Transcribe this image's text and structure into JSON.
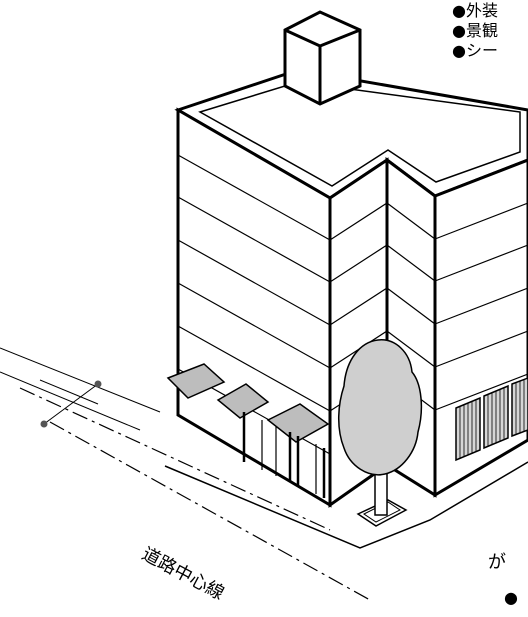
{
  "notes": [
    {
      "bullet": "●",
      "text": "外装"
    },
    {
      "bullet": "●",
      "text": "景観"
    },
    {
      "bullet": "●",
      "text": "シー"
    }
  ],
  "road_centerline_label": "道路中心線",
  "bottom_right_text": "が",
  "bottom_right_bullet": "●"
}
